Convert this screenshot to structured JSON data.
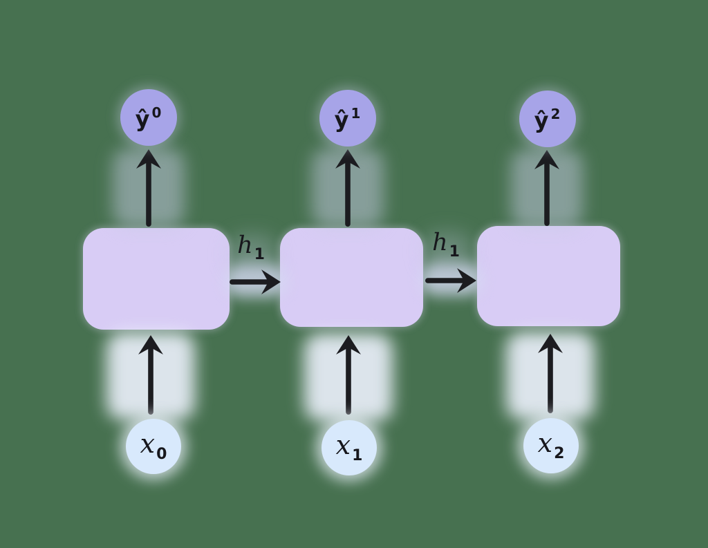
{
  "colors": {
    "background": "#477150",
    "output_node_fill": "#a7a4e8",
    "cell_fill": "#d8ccf5",
    "input_node_fill": "#d8e9fc",
    "arrow": "#1c1c20",
    "text": "#17171c"
  },
  "diagram": {
    "type": "unrolled-recurrent-network",
    "columns": [
      {
        "output_base": "ŷ",
        "output_sup": "0",
        "input_base": "x",
        "input_sub": "0"
      },
      {
        "output_base": "ŷ",
        "output_sup": "1",
        "input_base": "x",
        "input_sub": "1"
      },
      {
        "output_base": "ŷ",
        "output_sup": "2",
        "input_base": "x",
        "input_sub": "2"
      }
    ],
    "hidden_links": [
      {
        "base": "h",
        "sub": "1"
      },
      {
        "base": "h",
        "sub": "1"
      }
    ]
  }
}
